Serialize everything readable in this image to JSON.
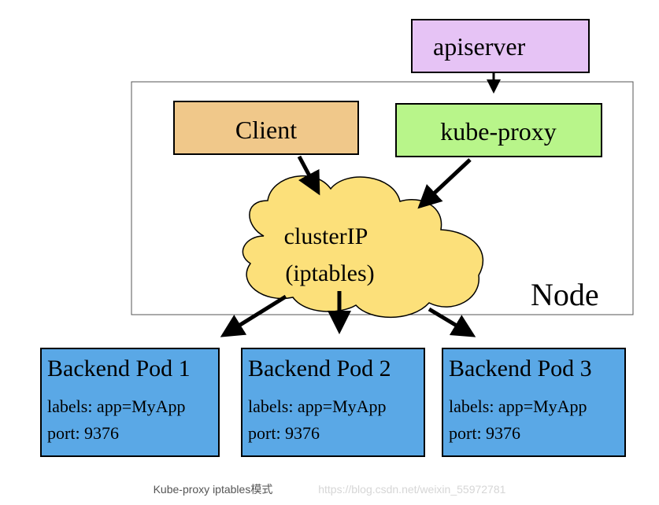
{
  "diagram": {
    "node_label": "Node",
    "apiserver": "apiserver",
    "client": "Client",
    "kube_proxy": "kube-proxy",
    "cluster_line1": "clusterIP",
    "cluster_line2": "(iptables)",
    "pods": [
      {
        "title": "Backend Pod 1",
        "labels": "labels: app=MyApp",
        "port": "port: 9376"
      },
      {
        "title": "Backend Pod 2",
        "labels": "labels: app=MyApp",
        "port": "port: 9376"
      },
      {
        "title": "Backend Pod 3",
        "labels": "labels: app=MyApp",
        "port": "port: 9376"
      }
    ],
    "colors": {
      "apiserver": "#e6c3f5",
      "client": "#f0c88a",
      "kube_proxy": "#b8f58a",
      "cloud": "#fce07a",
      "pod": "#5aa8e6",
      "border": "#000000",
      "node_border": "#555555"
    }
  },
  "caption": {
    "title": "Kube-proxy iptables模式",
    "url": "https://blog.csdn.net/weixin_55972781"
  }
}
